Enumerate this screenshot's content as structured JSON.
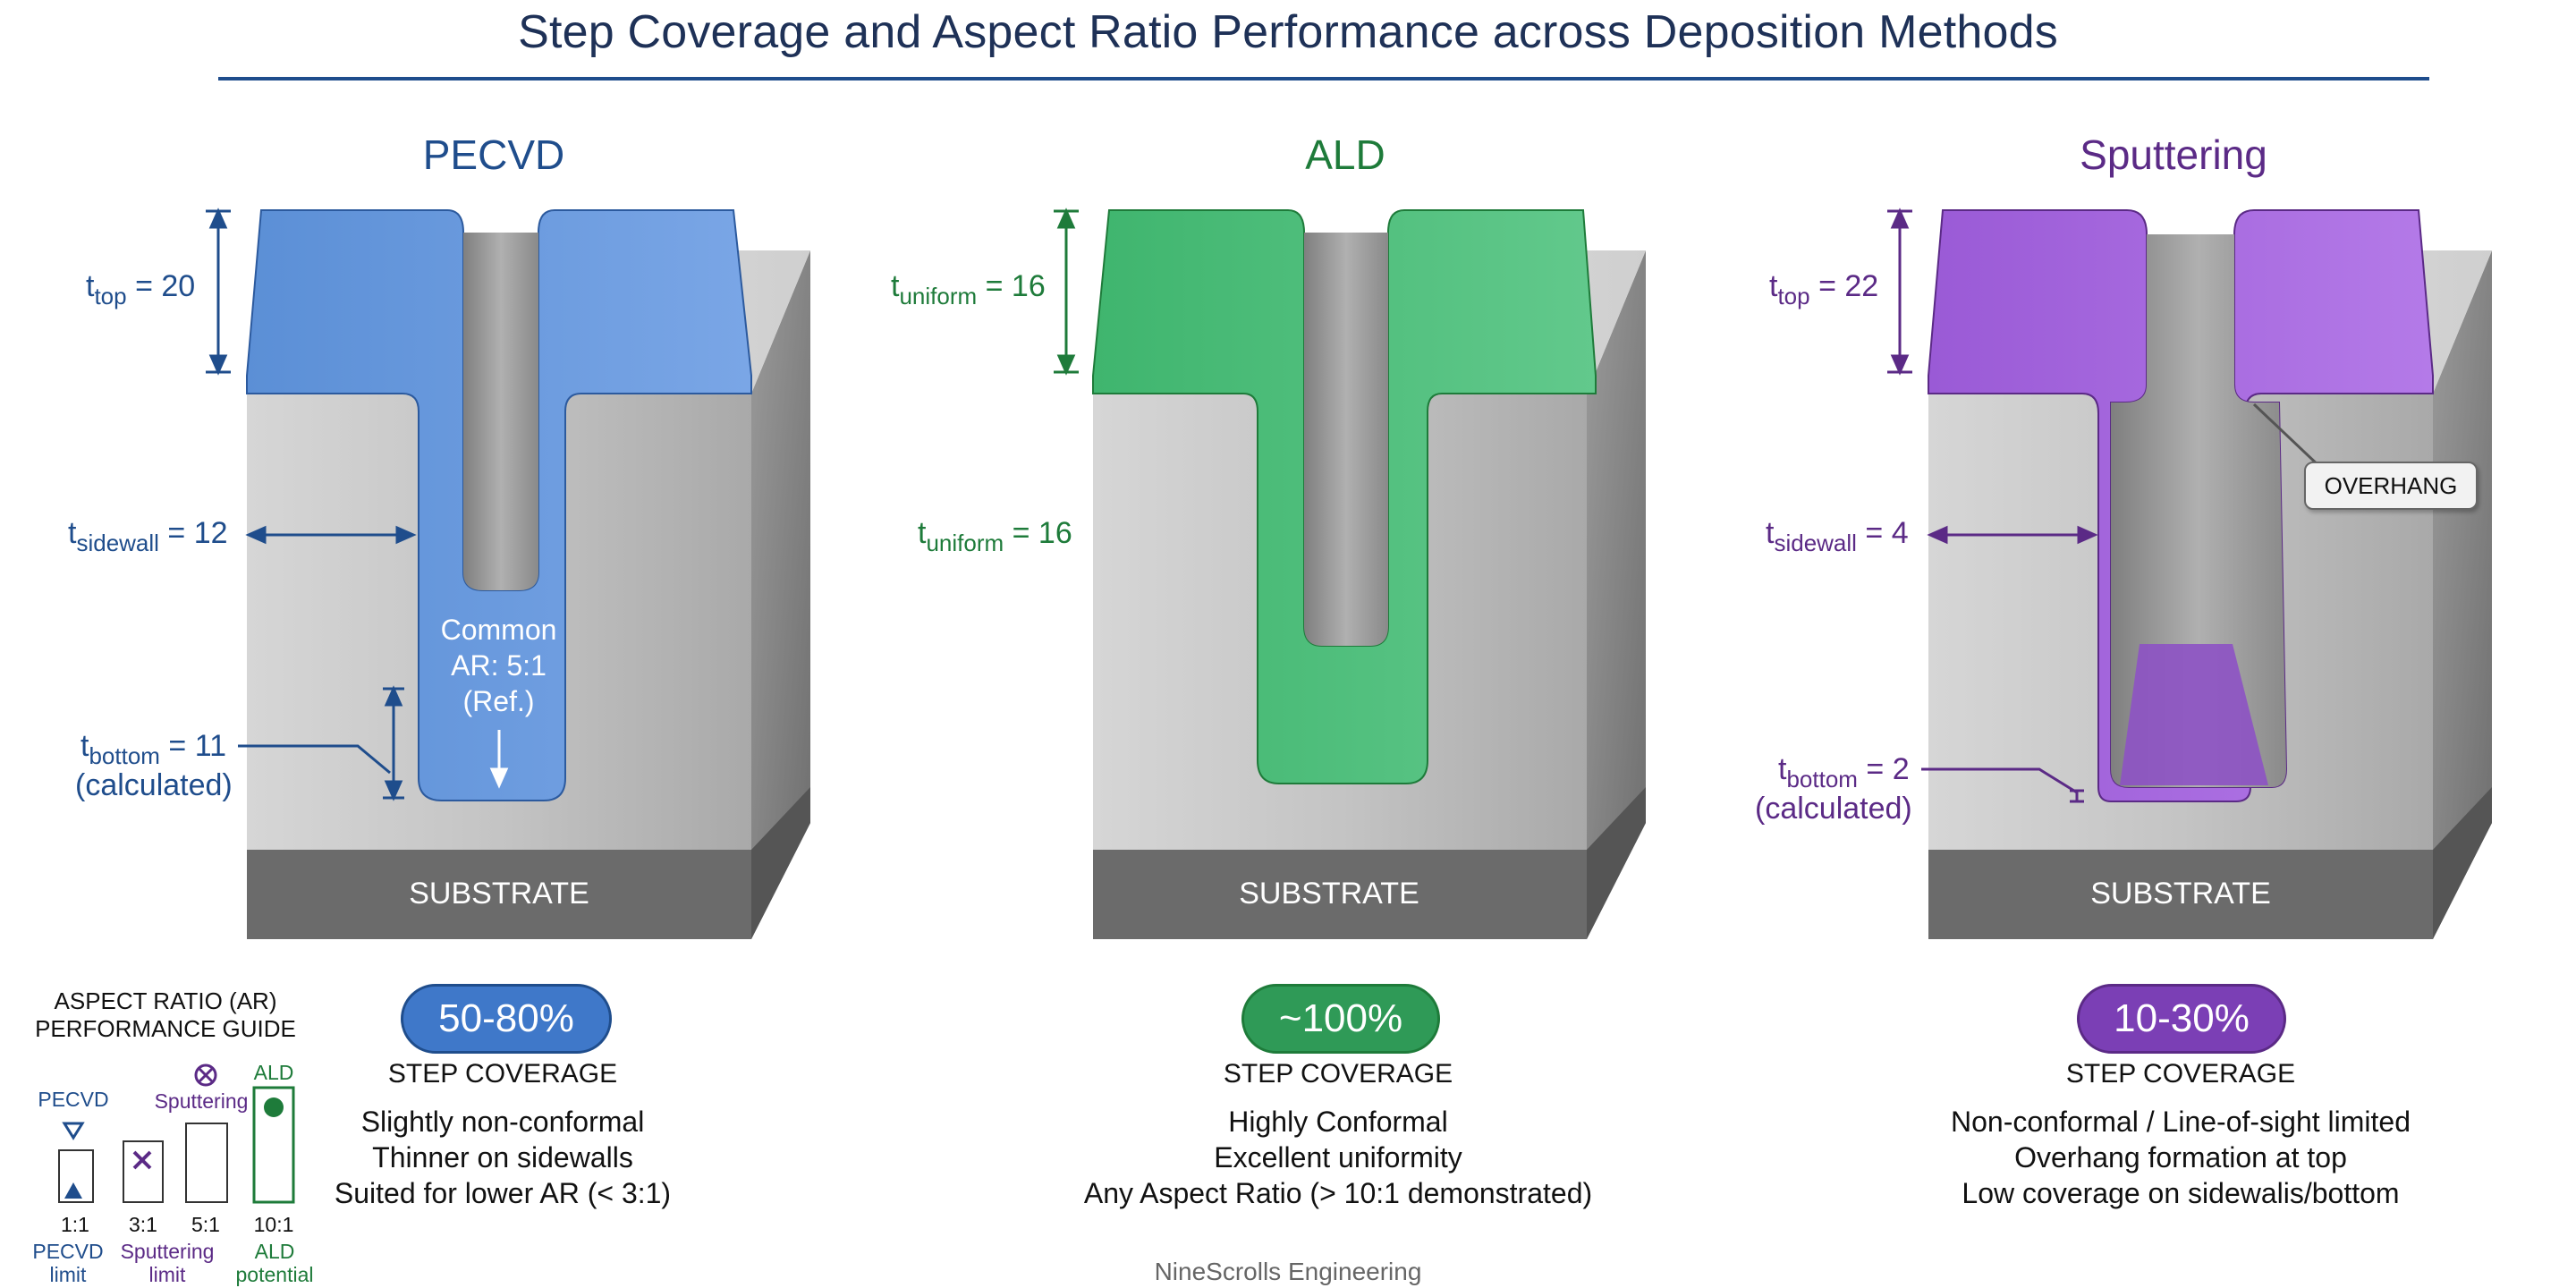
{
  "title": "Step Coverage and Aspect Ratio Performance across Deposition Methods",
  "substrate_label": "SUBSTRATE",
  "step_coverage_label": "STEP COVERAGE",
  "methods": [
    {
      "name": "PECVD",
      "color": "#1f4d8c",
      "fill": "#6a9bdc",
      "coverage": "50-80%",
      "dims": {
        "top_sym": "t",
        "top_sub": "top",
        "top_val": "= 20",
        "side_sym": "t",
        "side_sub": "sidewall",
        "side_val": "= 12",
        "bottom_sym": "t",
        "bottom_sub": "bottom",
        "bottom_val": "= 11",
        "bottom_note": "(calculated)"
      },
      "annotation": [
        "Common",
        "AR: 5:1",
        "(Ref.)"
      ],
      "description": [
        "Slightly non-conformal",
        "Thinner on sidewalls",
        "Suited for lower AR (< 3:1)"
      ]
    },
    {
      "name": "ALD",
      "color": "#1e7b3a",
      "fill": "#4fc27e",
      "coverage": "~100%",
      "dims": {
        "top_sym": "t",
        "top_sub": "uniform",
        "top_val": "= 16",
        "side_sym": "t",
        "side_sub": "uniform",
        "side_val": "= 16"
      },
      "description": [
        "Highly Conformal",
        "Excellent uniformity",
        "Any Aspect Ratio (> 10:1 demonstrated)"
      ]
    },
    {
      "name": "Sputtering",
      "color": "#5b2a86",
      "fill": "#a86be0",
      "coverage": "10-30%",
      "dims": {
        "top_sym": "t",
        "top_sub": "top",
        "top_val": "= 22",
        "side_sym": "t",
        "side_sub": "sidewall",
        "side_val": "= 4",
        "bottom_sym": "t",
        "bottom_sub": "bottom",
        "bottom_val": "= 2",
        "bottom_note": "(calculated)"
      },
      "annotation": [
        "OVERHANG"
      ],
      "description": [
        "Non-conformal / Line-of-sight limited",
        "Overhang formation at top",
        "Low coverage on sidewalis/bottom"
      ]
    }
  ],
  "legend": {
    "title": [
      "ASPECT RATIO (AR)",
      "PERFORMANCE GUIDE"
    ],
    "markers": {
      "pecvd": "PECVD",
      "sputtering": "Sputtering",
      "ald": "ALD"
    },
    "bars": [
      "1:1",
      "3:1",
      "5:1",
      "10:1"
    ],
    "limits": [
      [
        "PECVD",
        "limit"
      ],
      [
        "Sputtering",
        "limit"
      ],
      [
        "ALD",
        "potential"
      ]
    ]
  },
  "footer": "NineScrolls Engineering"
}
